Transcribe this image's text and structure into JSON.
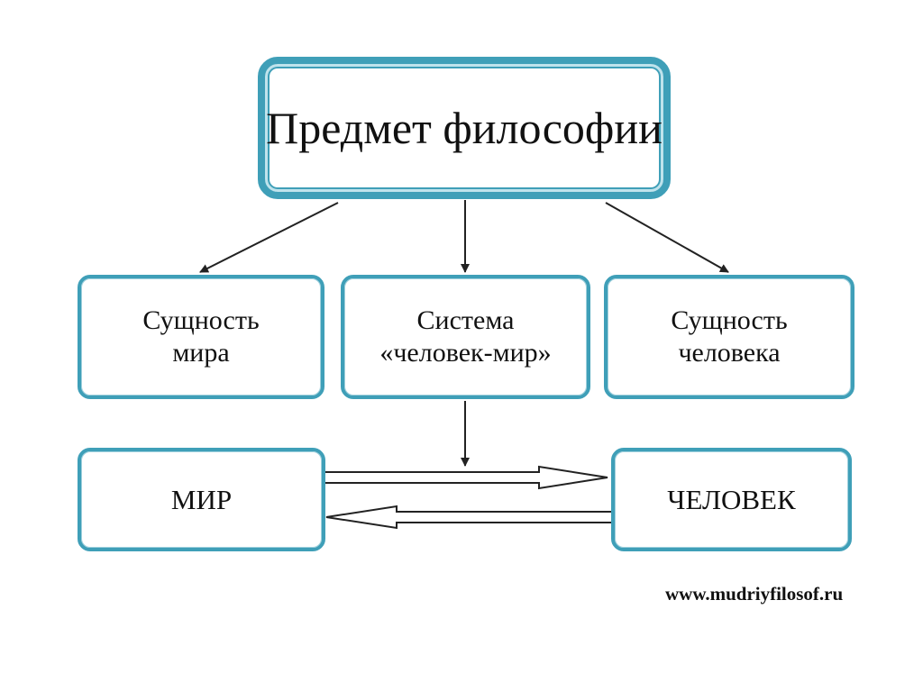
{
  "title": "Предмет философии",
  "categories": [
    {
      "label": "Сущность\nмира"
    },
    {
      "label": "Система\n«человек-мир»"
    },
    {
      "label": "Сущность\nчеловека"
    }
  ],
  "bottom": {
    "left": "МИР",
    "right": "ЧЕЛОВЕК"
  },
  "watermark": "www.mudriyfilosof.ru",
  "colors": {
    "border": "#3f9fb8",
    "arrow": "#222222"
  }
}
